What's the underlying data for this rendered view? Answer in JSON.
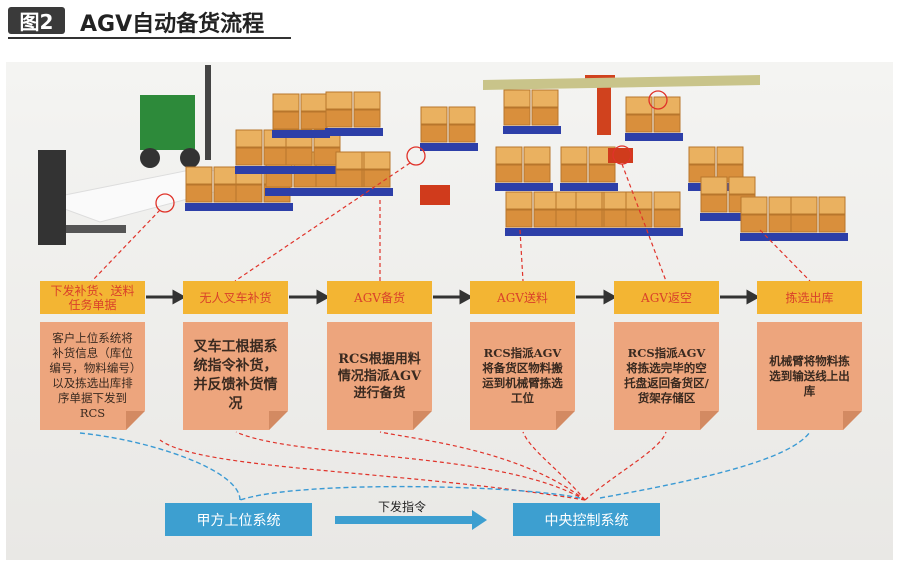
{
  "figure": {
    "number": "图2",
    "title": "AGV自动备货流程"
  },
  "steps": [
    {
      "title": "下发补货、送料\n任务单据",
      "note": "客户上位系统将补货信息（库位编号，物料编号）以及拣选出库排序单据下发到RCS"
    },
    {
      "title": "无人叉车补货",
      "note": "叉车工根据系统指令补货，并反馈补货情况"
    },
    {
      "title": "AGV备货",
      "note": "RCS根据用料情况指派AGV进行备货"
    },
    {
      "title": "AGV送料",
      "note": "RCS指派AGV将备货区物料搬运到机械臂拣选工位"
    },
    {
      "title": "AGV返空",
      "note": "RCS指派AGV将拣选完毕的空托盘返回备货区/货架存储区"
    },
    {
      "title": "拣选出库",
      "note": "机械臂将物料拣选到输送线上出库"
    }
  ],
  "systems": {
    "left": "甲方上位系统",
    "right": "中央控制系统",
    "arrow_label": "下发指令"
  },
  "colors": {
    "step": "#f3b533",
    "note": "#eda57d",
    "system": "#3d9fd0",
    "dash_red": "#e0332a",
    "dash_blue": "#3a9ad4"
  }
}
